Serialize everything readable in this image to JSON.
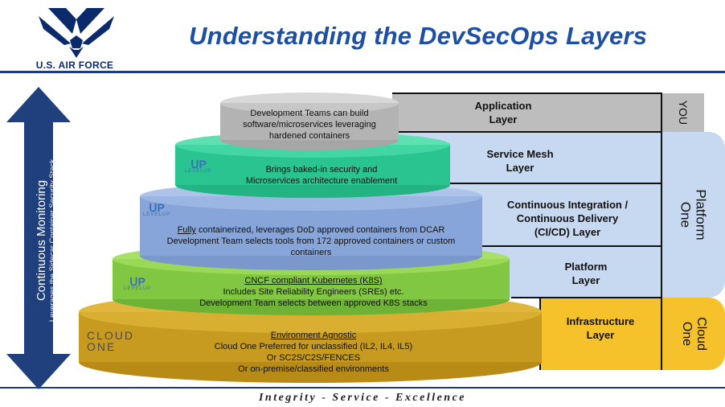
{
  "header": {
    "logo_text": "U.S. AIR FORCE",
    "title": "Understanding the DevSecOps Layers"
  },
  "arrow": {
    "line1": "Continuous Monitoring",
    "line2": "Leverages the Sidecar Container Security Stack"
  },
  "tiers": {
    "application": {
      "lines": [
        "Development Teams can build",
        "software/microservices leveraging",
        "hardened containers"
      ]
    },
    "service_mesh": {
      "logo_text": "LEVELUP",
      "lines": [
        "Brings baked-in security and",
        "Microservices architecture enablement"
      ]
    },
    "cicd": {
      "logo_text": "LEVELUP",
      "line1_underline": "Fully",
      "line1_rest": " containerized, leverages DoD approved containers from DCAR",
      "line2": "Development Team selects tools from 172 approved containers or custom",
      "line3": "containers"
    },
    "platform": {
      "logo_text": "LEVELUP",
      "heading": "CNCF compliant Kubernetes (K8S)",
      "lines": [
        "Includes Site Reliability Engineers (SREs) etc.",
        "Development Team selects between approved K8S stacks"
      ]
    },
    "infrastructure": {
      "logo_line1": "CLOUD",
      "logo_line2": "ONE",
      "heading": "Environment Agnostic",
      "lines": [
        "Cloud One Preferred for unclassified (IL2, IL4, IL5)",
        "Or SC2S/C2S/FENCES",
        "Or on-premise/classified environments"
      ]
    }
  },
  "layers": [
    {
      "line1": "Application",
      "line2": "Layer"
    },
    {
      "line1": "Service Mesh",
      "line2": "Layer"
    },
    {
      "line1": "Continuous Integration /",
      "line2": "Continuous Delivery",
      "line3": "(CI/CD) Layer"
    },
    {
      "line1": "Platform",
      "line2": "Layer"
    },
    {
      "line1": "Infrastructure",
      "line2": "Layer"
    }
  ],
  "side_labels": {
    "you": "YOU",
    "platform_one_1": "Platform",
    "platform_one_2": "One",
    "cloud_one_1": "Cloud",
    "cloud_one_2": "One"
  },
  "footer": "Integrity - Service - Excellence",
  "colors": {
    "application": "#bdbdbd",
    "service_mesh": "#2fcf9a",
    "cicd": "#8faee0",
    "platform": "#8fd34a",
    "infrastructure": "#d4a92a",
    "right_blue": "#c7d8f1",
    "right_gold": "#f5c22c",
    "arrow": "#1f3f7d"
  }
}
